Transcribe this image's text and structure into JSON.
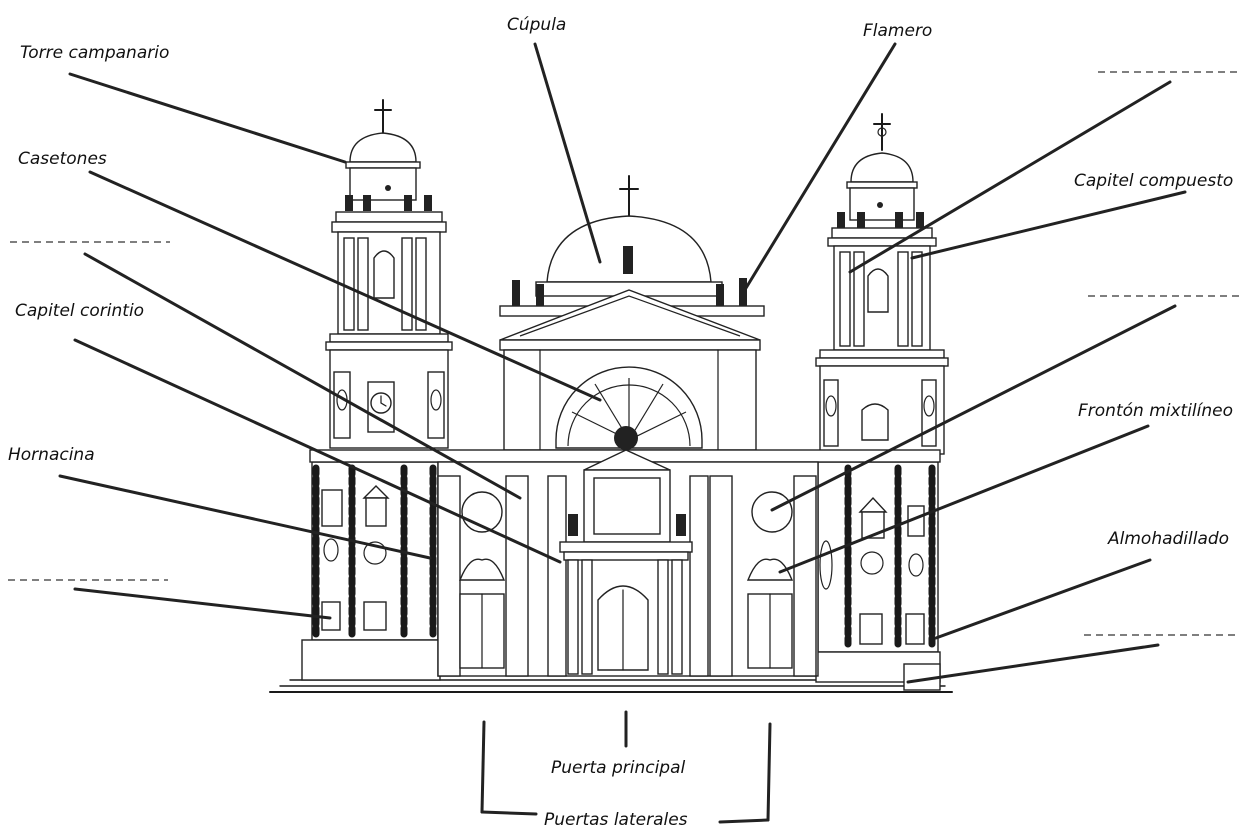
{
  "labels": {
    "torre_campanario": "Torre campanario",
    "cupula": "Cúpula",
    "flamero": "Flamero",
    "casetones": "Casetones",
    "capitel_compuesto": "Capitel compuesto",
    "capitel_corintio": "Capitel corintio",
    "fronton_mixtilineo": "Frontón mixtilíneo",
    "hornacina": "Hornacina",
    "almohadillado": "Almohadillado",
    "puerta_principal": "Puerta principal",
    "puertas_laterales": "Puertas laterales"
  }
}
